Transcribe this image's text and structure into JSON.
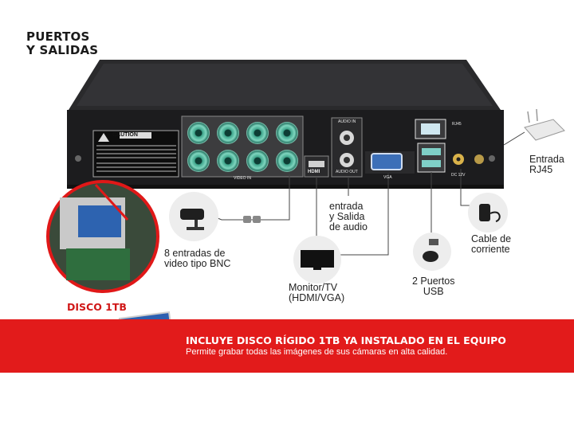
{
  "heading": {
    "line1": "PUERTOS",
    "line2": "Y SALIDAS"
  },
  "panel": {
    "caution_title": "CAUTION",
    "video_in": "VIDEO IN",
    "audio_in": "AUDIO IN",
    "audio_out": "AUDIO OUT",
    "hdmi": "HDMI",
    "vga": "VGA",
    "rj45": "RJ45",
    "dc": "DC 12V"
  },
  "callouts": {
    "rj45": [
      "Entrada",
      "RJ45"
    ],
    "audio": [
      "entrada",
      "y Salida",
      "de audio"
    ],
    "power": [
      "Cable de",
      "corriente"
    ],
    "bnc": [
      "8 entradas de",
      "video tipo BNC"
    ],
    "usb": [
      "2 Puertos",
      "USB"
    ],
    "monitor": [
      "Monitor/TV",
      "(HDMI/VGA)"
    ]
  },
  "disco_label": "DISCO 1TB",
  "banner": {
    "title": "INCLUYE DISCO RÍGIDO 1TB YA INSTALADO EN EL EQUIPO",
    "subtitle": "Permite grabar todas las imágenes de sus cámaras en alta calidad."
  },
  "colors": {
    "banner": "#e21b1b",
    "disco_label": "#d01818",
    "bnc": "#3fa58c",
    "panel": "#1c1c1e"
  },
  "icons": [
    "router-icon",
    "camera-icon",
    "monitor-icon",
    "usb-mouse-icon",
    "power-adapter-icon",
    "hard-drive-icon"
  ]
}
